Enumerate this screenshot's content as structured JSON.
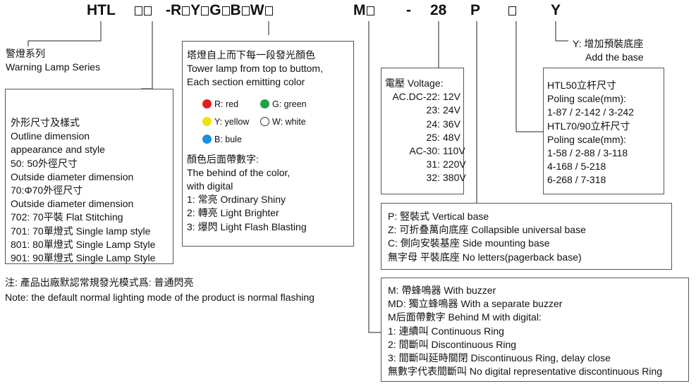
{
  "code": {
    "prefix": "HTL",
    "r": "-R",
    "y": "Y",
    "g": "G",
    "b": "B",
    "w": "W",
    "m": "M",
    "dash": "-",
    "size": "28",
    "p": "P",
    "ylast": "Y"
  },
  "series": {
    "zh": "警燈系列",
    "en": "Warning Lamp Series"
  },
  "base_note": {
    "l1": "Y: 增加預裝底座",
    "l2": "Add the base"
  },
  "outline": {
    "lines": [
      "外形尺寸及樣式",
      "Outline dimension",
      "appearance and style",
      "50: 50外徑尺寸",
      "Outside diameter dimension",
      "70:Φ70外徑尺寸",
      "Outside diameter dimension",
      "702: 70平裝 Flat Stitching",
      "701: 70單燈式 Single lamp style",
      "801: 80單燈式 Single Lamp Style",
      "901: 90單燈式 Single Lamp Style"
    ]
  },
  "tower": {
    "l1": "塔燈自上而下每一段發光顏色",
    "l2": "Tower lamp from top to buttom,",
    "l3": "Each section emitting color",
    "colors": [
      {
        "label": "R: red",
        "color": "#e02020",
        "filled": true
      },
      {
        "label": "G: green",
        "color": "#1fa14a",
        "filled": true
      },
      {
        "label": "Y: yellow",
        "color": "#f2e200",
        "filled": true
      },
      {
        "label": "W: white",
        "color": "#ffffff",
        "filled": false
      },
      {
        "label": "B: bule",
        "color": "#1e8fe0",
        "filled": true
      }
    ],
    "after": [
      "顏色后面帶數字:",
      "The behind of the color,",
      "with digital",
      "1: 常亮 Ordinary Shiny",
      "2: 轉亮 Light Brighter",
      "3: 爆閃 Light Flash Blasting"
    ]
  },
  "voltage": {
    "title": "電壓 Voltage:",
    "rows": [
      {
        "k": "AC.DC-22:",
        "v": "12V"
      },
      {
        "k": "23:",
        "v": "24V"
      },
      {
        "k": "24:",
        "v": "36V"
      },
      {
        "k": "25:",
        "v": "48V"
      },
      {
        "k": "AC-30:",
        "v": "110V"
      },
      {
        "k": "31:",
        "v": "220V"
      },
      {
        "k": "32:",
        "v": "380V"
      }
    ]
  },
  "poling": {
    "lines": [
      "HTL50立杆尺寸",
      "Poling scale(mm):",
      "1-87 / 2-142 / 3-242",
      "HTL70/90立杆尺寸",
      "Poling scale(mm):",
      "1-58 / 2-88 / 3-118",
      "4-168 / 5-218",
      "6-268 / 7-318"
    ]
  },
  "mount": {
    "lines": [
      "P: 竪裝式 Vertical base",
      "Z: 可折叠萬向底座 Collapsible universal base",
      "C: 側向安裝基座 Side mounting base",
      "無字母 平裝底座 No letters(pagerback base)"
    ]
  },
  "buzzer": {
    "lines": [
      "M: 帶蜂鳴器 With buzzer",
      "MD: 獨立蜂鳴器 With a separate buzzer",
      "M后面帶數字 Behind M with digital:",
      "1: 連續叫 Continuous Ring",
      "2: 間斷叫 Discontinuous Ring",
      "3: 間斷叫延時關閉 Discontinuous Ring, delay close",
      "無數字代表間斷叫 No digital representative discontinuous Ring"
    ]
  },
  "note": {
    "zh": "注:  產品出廠默認常規發光模式爲:  普通閃亮",
    "en": "Note: the default normal lighting mode of the product is normal flashing"
  }
}
